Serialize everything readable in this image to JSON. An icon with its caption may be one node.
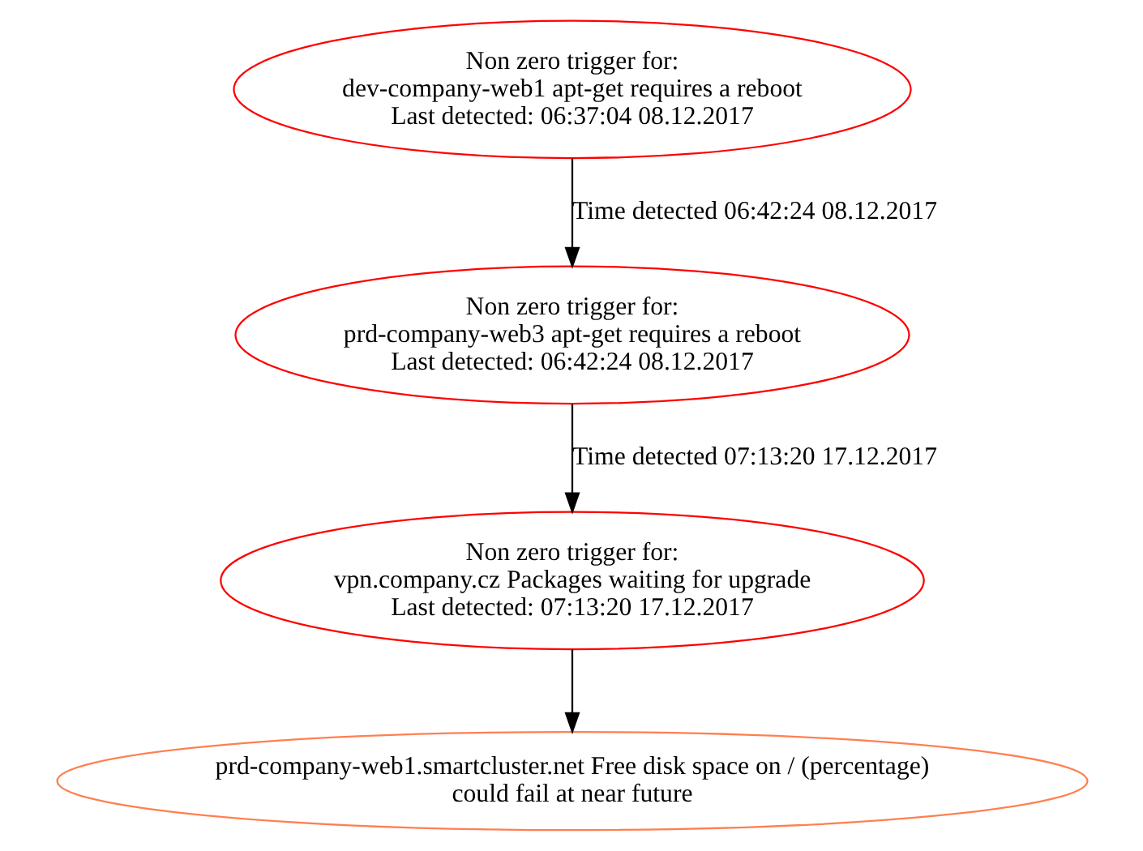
{
  "diagram": {
    "nodes": [
      {
        "text": [
          "Non zero trigger for:",
          "dev-company-web1 apt-get requires a reboot",
          "Last detected: 06:37:04 08.12.2017"
        ]
      },
      {
        "text": [
          "Non zero trigger for:",
          "prd-company-web3 apt-get requires a reboot",
          "Last detected: 06:42:24 08.12.2017"
        ]
      },
      {
        "text": [
          "Non zero trigger for:",
          "vpn.company.cz Packages waiting for upgrade",
          "Last detected: 07:13:20 17.12.2017"
        ]
      },
      {
        "text": [
          "prd-company-web1.smartcluster.net Free disk space on / (percentage) could fail at near future"
        ]
      }
    ],
    "edges": [
      {
        "from": 0,
        "to": 1,
        "arrow": "to",
        "label": "Time detected 06:42:24 08.12.2017"
      },
      {
        "from": 1,
        "to": 2,
        "arrow": "to",
        "label": "Time detected 07:13:20 17.12.2017"
      },
      {
        "from": 2,
        "to": 3,
        "arrow": "to"
      }
    ]
  }
}
